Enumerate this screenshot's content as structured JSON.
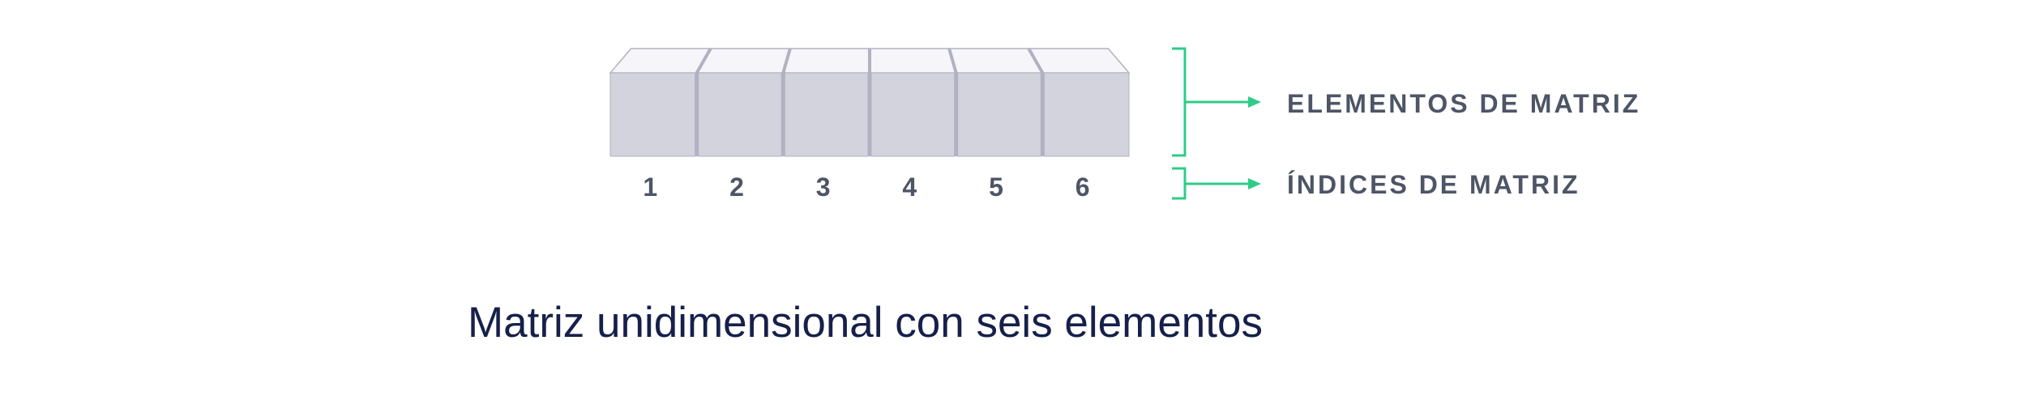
{
  "array": {
    "indices": [
      "1",
      "2",
      "3",
      "4",
      "5",
      "6"
    ]
  },
  "legend": {
    "elements_label": "ELEMENTOS DE MATRIZ",
    "indices_label": "ÍNDICES DE MATRIZ"
  },
  "caption": "Matriz unidimensional con seis elementos",
  "colors": {
    "block_front": "#d3d3de",
    "block_top": "#f5f5fa",
    "block_edge": "#b1b1c1",
    "bracket": "#2ecc88",
    "label_text": "#4d5566",
    "caption_text": "#16204a"
  }
}
